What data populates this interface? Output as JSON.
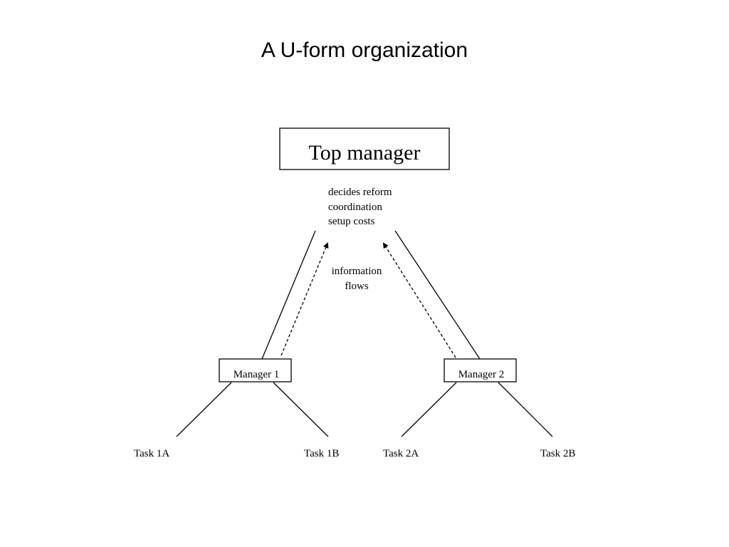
{
  "title": "A U-form organization",
  "nodes": {
    "top_manager": "Top manager",
    "manager_1": "Manager 1",
    "manager_2": "Manager 2",
    "task_1a": "Task 1A",
    "task_1b": "Task 1B",
    "task_2a": "Task 2A",
    "task_2b": "Task 2B"
  },
  "notes": {
    "decides": [
      "decides reform",
      "coordination",
      "setup costs"
    ],
    "information": [
      "information",
      "flows"
    ]
  }
}
